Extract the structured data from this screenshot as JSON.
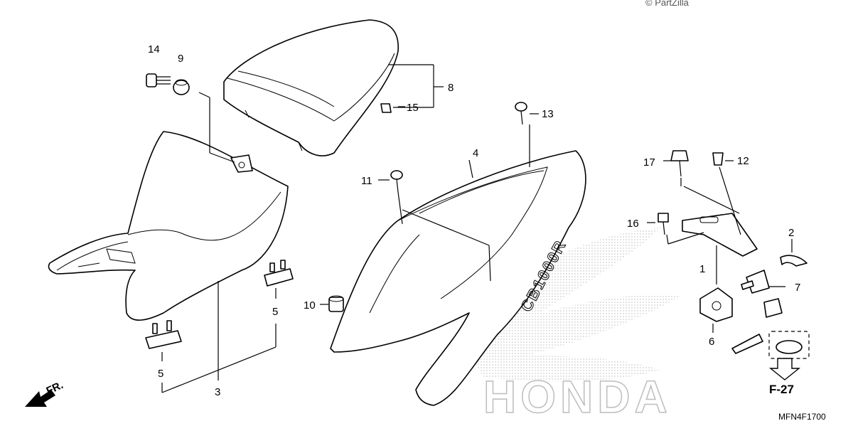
{
  "copyright": "© PartZilla",
  "diagram_code": "MFN4F1700",
  "front_label": "FR.",
  "reference_label": "F-27",
  "watermark_text": "HONDA",
  "tail_cowl_text": "CB1000R",
  "callouts": {
    "c1": "1",
    "c2": "2",
    "c3": "3",
    "c4": "4",
    "c5a": "5",
    "c5b": "5",
    "c6": "6",
    "c7": "7",
    "c8": "8",
    "c9": "9",
    "c10": "10",
    "c11": "11",
    "c12": "12",
    "c13": "13",
    "c14": "14",
    "c15": "15",
    "c16": "16",
    "c17": "17"
  },
  "colors": {
    "ink": "#000000",
    "watermark": "#d8d8d8",
    "background": "#ffffff"
  }
}
